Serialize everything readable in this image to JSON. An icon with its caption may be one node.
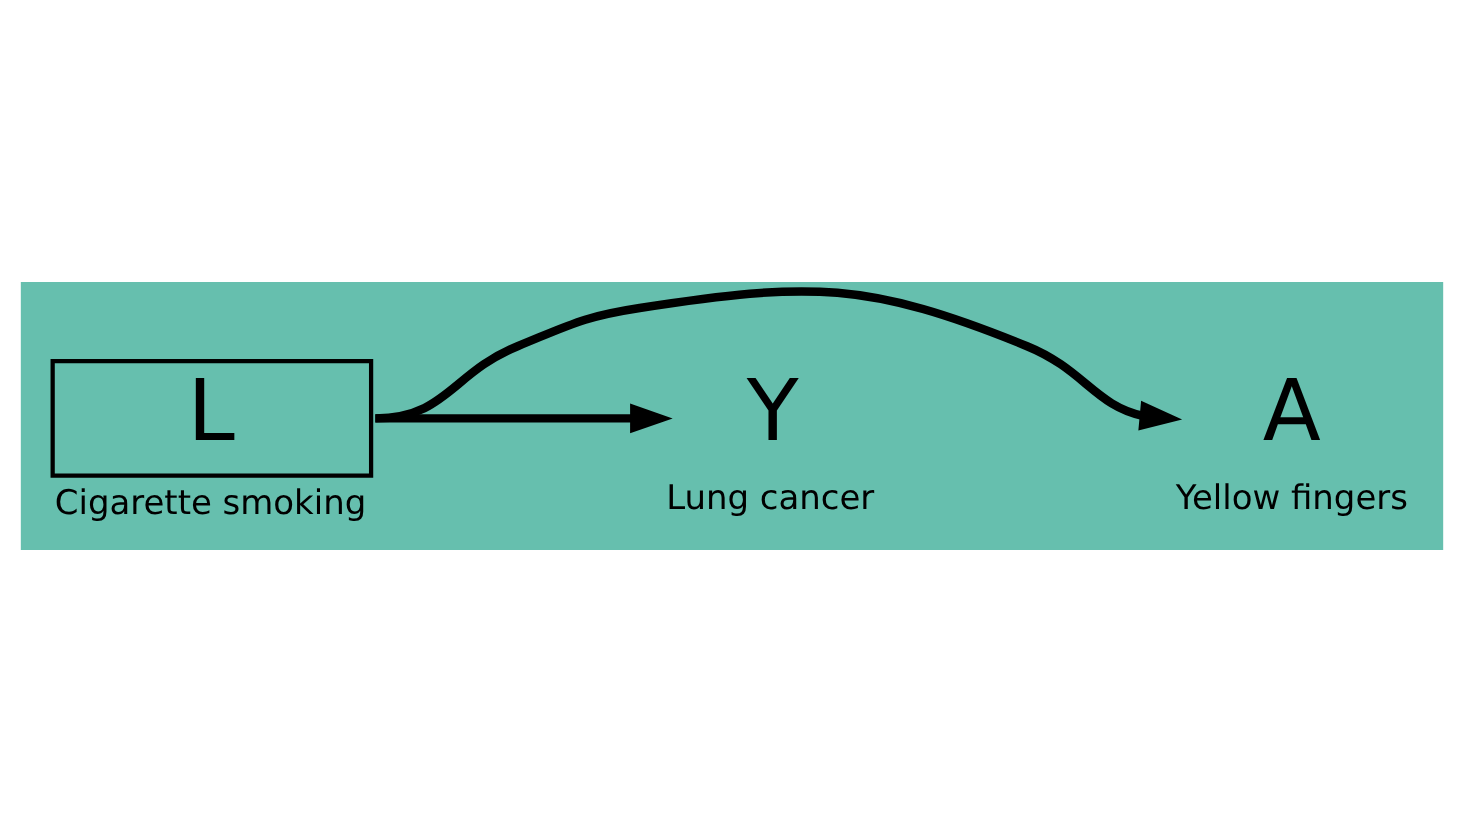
{
  "diagram": {
    "nodes": [
      {
        "text": [
          "L"
        ],
        "beside": [
          "Cigarette smoking"
        ]
      },
      {
        "text": [
          "A"
        ],
        "beside": [
          "Yellow fingers"
        ]
      },
      {
        "text": [
          "Y"
        ],
        "beside": [
          "Lung cancer"
        ]
      }
    ],
    "edges": [
      {
        "from": 0,
        "to": 1,
        "arrow": "to"
      },
      {
        "from": 0,
        "to": 2,
        "arrow": "to"
      }
    ]
  }
}
